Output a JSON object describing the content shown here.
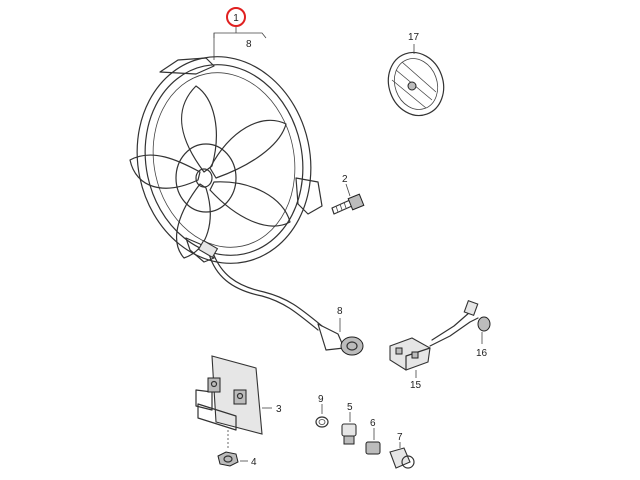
{
  "diagram": {
    "highlight": {
      "label": "1",
      "color": "#e02020"
    },
    "labels": {
      "p8_top": "8",
      "p17": "17",
      "p2": "2",
      "p8_conn": "8",
      "p16": "16",
      "p15": "15",
      "p3": "3",
      "p9": "9",
      "p5": "5",
      "p6": "6",
      "p7": "7",
      "p4": "4"
    }
  }
}
